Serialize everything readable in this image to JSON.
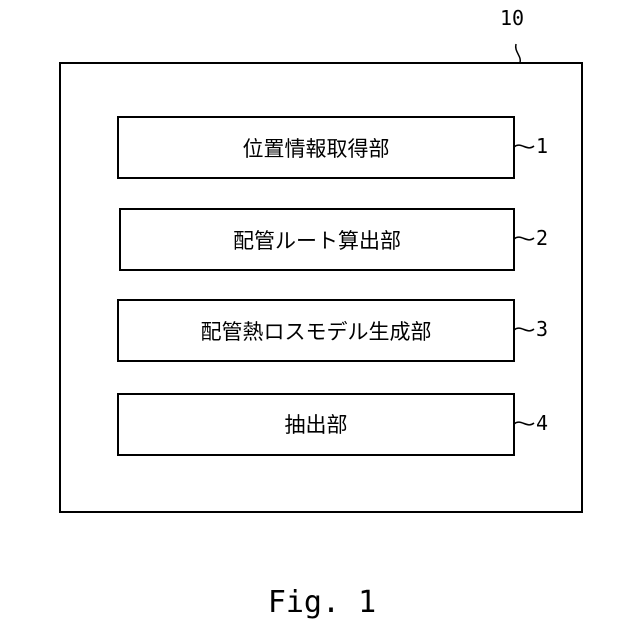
{
  "system": {
    "ref": "10",
    "components": [
      {
        "label": "位置情報取得部",
        "ref": "1"
      },
      {
        "label": "配管ルート算出部",
        "ref": "2"
      },
      {
        "label": "配管熱ロスモデル生成部",
        "ref": "3"
      },
      {
        "label": "抽出部",
        "ref": "4"
      }
    ]
  },
  "caption": "Fig. 1"
}
